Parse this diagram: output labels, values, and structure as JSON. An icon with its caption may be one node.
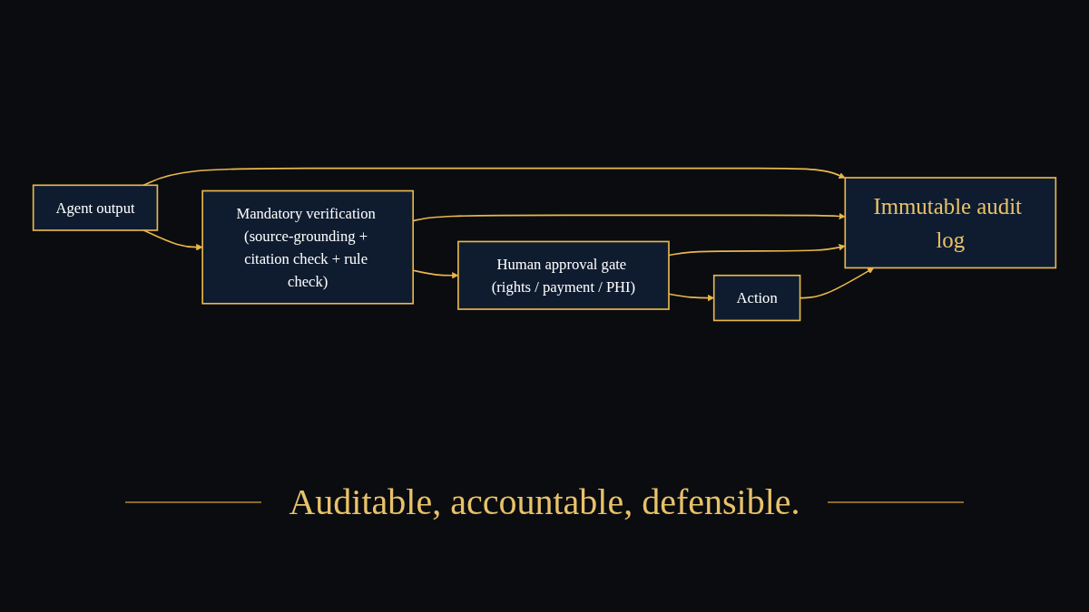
{
  "diagram": {
    "caption": "Auditable, accountable, defensible.",
    "nodes": [
      {
        "text": [
          "Agent output"
        ]
      },
      {
        "text": [
          "Mandatory verification (source-grounding + citation check + rule check)"
        ]
      },
      {
        "text": [
          "Human approval gate (rights / payment / PHI)"
        ]
      },
      {
        "text": [
          "Action"
        ]
      },
      {
        "text": [
          "Immutable audit log"
        ]
      }
    ],
    "edges": [
      {
        "from": 0,
        "to": 1,
        "arrow": "to"
      },
      {
        "from": 1,
        "to": 2,
        "arrow": "to"
      },
      {
        "from": 2,
        "to": 3,
        "arrow": "to"
      },
      {
        "from": 0,
        "to": 4,
        "arrow": "to"
      },
      {
        "from": 1,
        "to": 4,
        "arrow": "to"
      },
      {
        "from": 2,
        "to": 4,
        "arrow": "to"
      },
      {
        "from": 3,
        "to": 4,
        "arrow": "to"
      }
    ]
  }
}
